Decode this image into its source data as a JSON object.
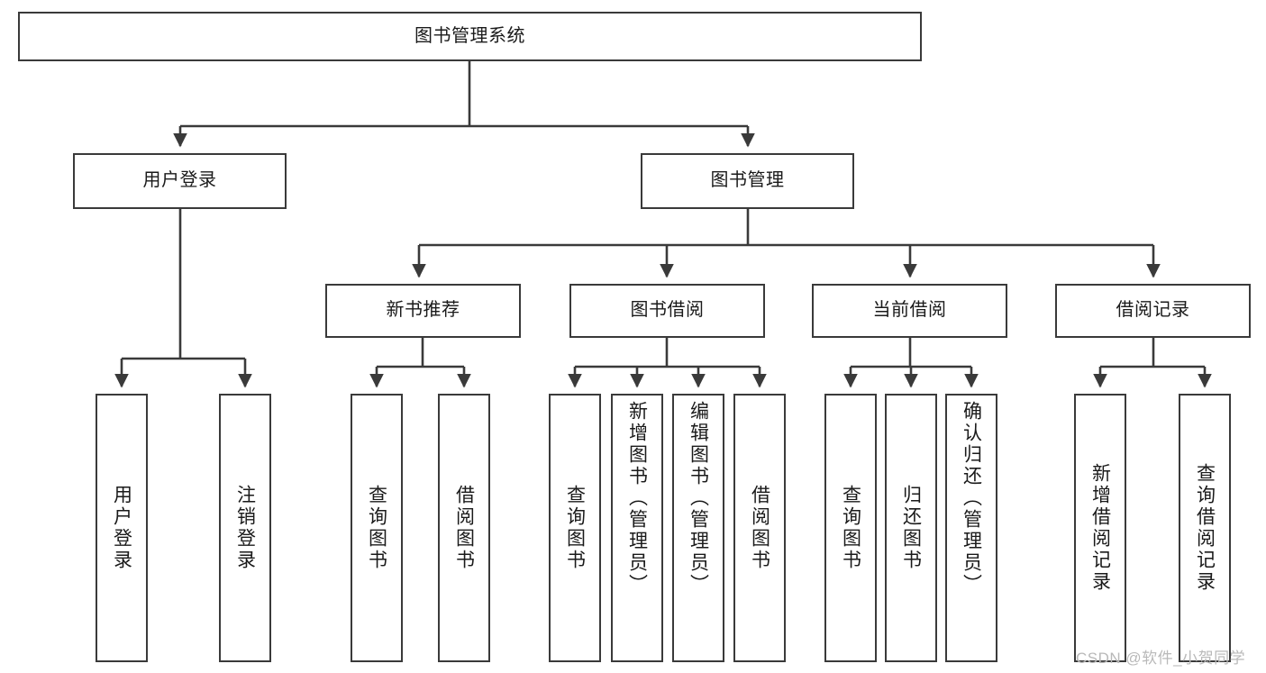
{
  "diagram": {
    "title": "图书管理系统",
    "type": "tree-structure-chart",
    "root": {
      "label": "图书管理系统"
    },
    "level2": [
      {
        "label": "用户登录"
      },
      {
        "label": "图书管理"
      }
    ],
    "level3": [
      {
        "label": "新书推荐"
      },
      {
        "label": "图书借阅"
      },
      {
        "label": "当前借阅"
      },
      {
        "label": "借阅记录"
      }
    ],
    "leaves": {
      "user_login": [
        {
          "label": "用户登录"
        },
        {
          "label": "注销登录"
        }
      ],
      "new_book_recommend": [
        {
          "label": "查询图书"
        },
        {
          "label": "借阅图书"
        }
      ],
      "book_borrow": [
        {
          "label": "查询图书"
        },
        {
          "label": "新增图书（管理员）"
        },
        {
          "label": "编辑图书（管理员）"
        },
        {
          "label": "借阅图书"
        }
      ],
      "current_borrow": [
        {
          "label": "查询图书"
        },
        {
          "label": "归还图书"
        },
        {
          "label": "确认归还（管理员）"
        }
      ],
      "borrow_record": [
        {
          "label": "新增借阅记录"
        },
        {
          "label": "查询借阅记录"
        }
      ]
    }
  },
  "watermark": {
    "text": "CSDN @软件_小贺同学"
  },
  "colors": {
    "border": "#3a3a3a",
    "background": "#ffffff",
    "text": "#1a1a1a",
    "watermark": "#b9b9b9"
  }
}
